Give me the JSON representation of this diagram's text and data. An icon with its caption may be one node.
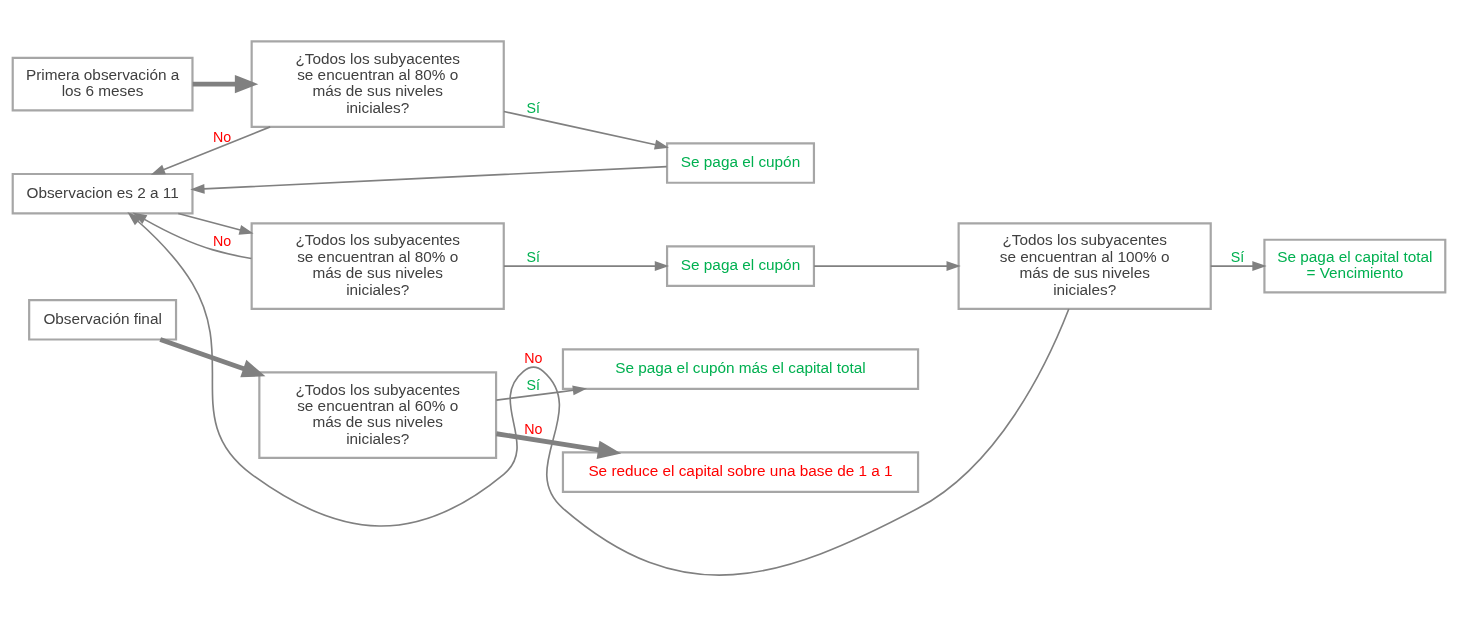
{
  "diagram": {
    "nodes": [
      {
        "text": [
          "Primera observación a los 6 meses"
        ]
      },
      {
        "text": [
          "¿Todos los subyacentes se encuentran al 80% o más de sus niveles iniciales?"
        ]
      },
      {
        "text": [
          "Se paga el cupón"
        ]
      },
      {
        "text": [
          "Observacion es 2 a 11"
        ]
      },
      {
        "text": [
          "¿Todos los subyacentes se encuentran al 80% o más de sus niveles iniciales?"
        ]
      },
      {
        "text": [
          "Se paga el cupón"
        ]
      },
      {
        "text": [
          "¿Todos los subyacentes se encuentran al 100% o más de sus niveles iniciales?"
        ]
      },
      {
        "text": [
          "Se paga el capital total = Vencimiento"
        ]
      },
      {
        "text": [
          "Observación final"
        ]
      },
      {
        "text": [
          "¿Todos los subyacentes se encuentran al 60% o más de sus niveles iniciales?"
        ]
      },
      {
        "text": [
          "Se paga el cupón más el capital total"
        ]
      },
      {
        "text": [
          "Se reduce el capital sobre una base de 1 a 1"
        ]
      }
    ],
    "edges": [
      {
        "from": 0,
        "to": 1,
        "arrow": "to",
        "style": "thick"
      },
      {
        "from": 1,
        "to": 2,
        "arrow": "to",
        "label": "Sí"
      },
      {
        "from": 1,
        "to": 3,
        "arrow": "to",
        "label": "No"
      },
      {
        "from": 2,
        "to": 3,
        "arrow": "to"
      },
      {
        "from": 3,
        "to": 4,
        "arrow": "to"
      },
      {
        "from": 4,
        "to": 5,
        "arrow": "to",
        "label": "Sí"
      },
      {
        "from": 5,
        "to": 6,
        "arrow": "to"
      },
      {
        "from": 6,
        "to": 7,
        "arrow": "to",
        "label": "Sí"
      },
      {
        "from": 4,
        "to": 3,
        "arrow": "to",
        "label": "No"
      },
      {
        "from": 6,
        "to": 3,
        "arrow": "to",
        "label": "No"
      },
      {
        "from": 8,
        "to": 9,
        "arrow": "to",
        "style": "thick"
      },
      {
        "from": 9,
        "to": 10,
        "arrow": "to",
        "label": "Sí"
      },
      {
        "from": 9,
        "to": 11,
        "arrow": "to",
        "label": "No",
        "style": "thick"
      }
    ]
  }
}
